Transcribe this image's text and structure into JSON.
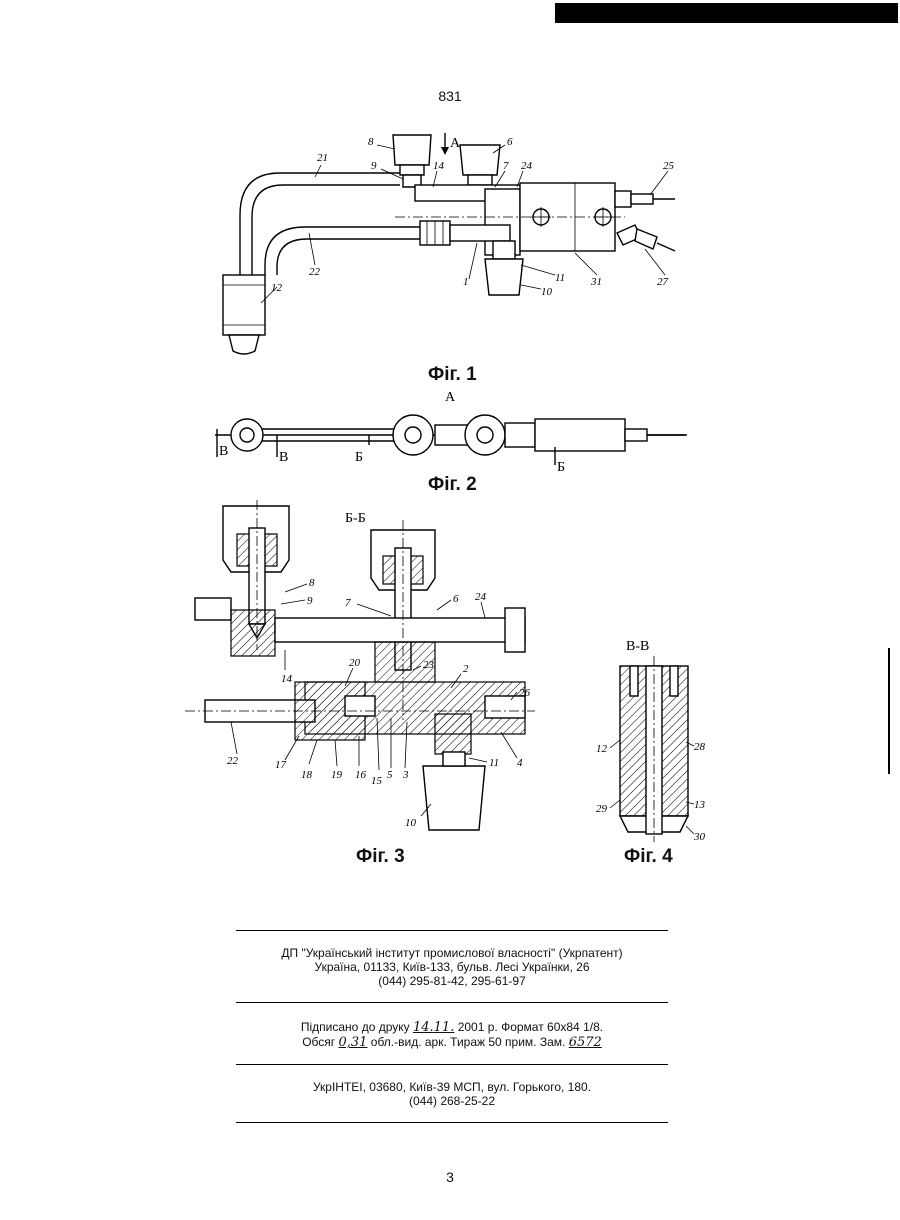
{
  "page_number_top": "831",
  "figures": {
    "fig1": {
      "caption": "Фіг. 1",
      "view_marker": "A",
      "labels": [
        "8",
        "9",
        "6",
        "14",
        "7",
        "24",
        "25",
        "21",
        "22",
        "12",
        "1",
        "11",
        "10",
        "31",
        "27"
      ]
    },
    "fig2": {
      "caption": "Фіг. 2",
      "top_label": "A",
      "labels": [
        "B",
        "B",
        "Б",
        "Б"
      ]
    },
    "fig3": {
      "caption": "Фіг. 3",
      "section_title": "Б-Б",
      "labels": [
        "8",
        "9",
        "7",
        "6",
        "24",
        "14",
        "20",
        "23",
        "2",
        "26",
        "22",
        "17",
        "18",
        "19",
        "16",
        "15",
        "5",
        "3",
        "11",
        "4",
        "10"
      ]
    },
    "fig4": {
      "caption": "Фіг. 4",
      "section_title": "В-В",
      "labels": [
        "12",
        "28",
        "29",
        "13",
        "30"
      ]
    }
  },
  "imprint": {
    "publisher_line1": "ДП \"Український інститут промислової власності\" (Укрпатент)",
    "publisher_line2": "Україна, 01133, Київ-133, бульв. Лесі Українки, 26",
    "publisher_line3": "(044) 295-81-42, 295-61-97",
    "signed_prefix": "Підписано до друку",
    "signed_date": "14.11.",
    "signed_year": "2001 р.",
    "format": "Формат 60х84 1/8.",
    "volume_prefix": "Обсяг",
    "volume_value": "0,31",
    "volume_suffix": "обл.-вид. арк.",
    "print_run": "Тираж 50 прим.",
    "order_prefix": "Зам.",
    "order_value": "6572",
    "printer_line1": "УкрІНТЕІ, 03680, Київ-39 МСП, вул. Горького, 180.",
    "printer_line2": "(044) 268-25-22"
  },
  "page_number_bottom": "3"
}
